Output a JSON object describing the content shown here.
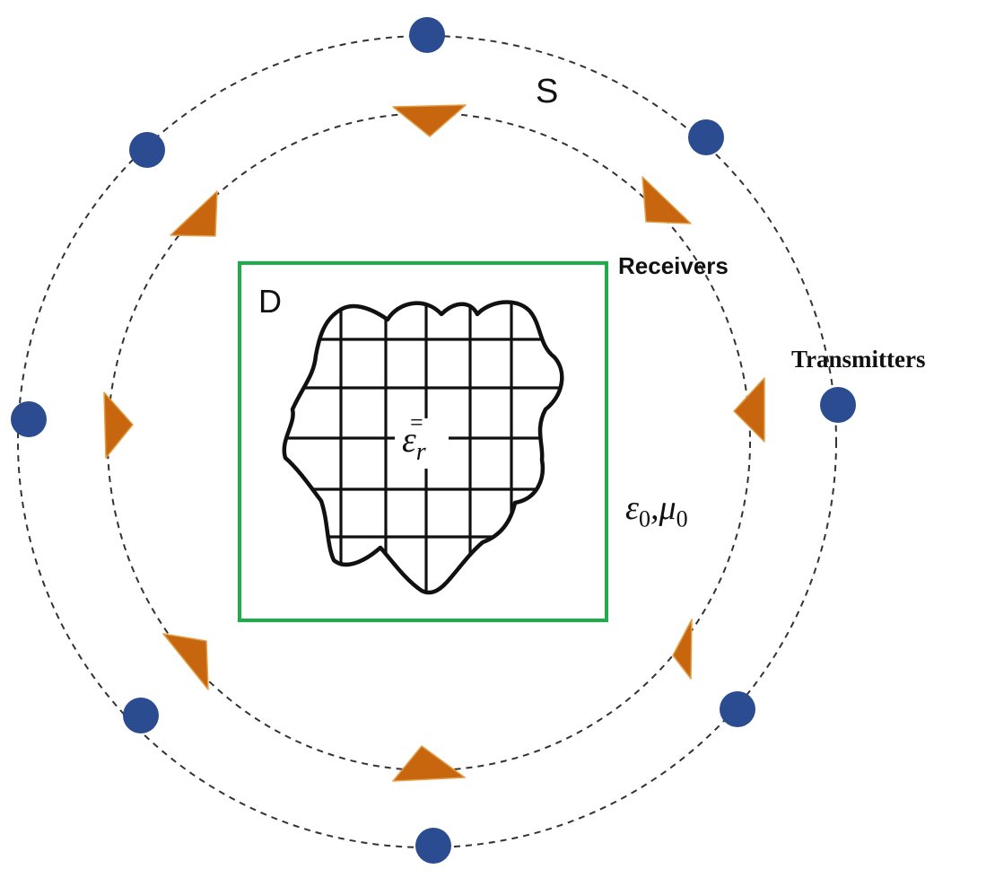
{
  "labels": {
    "measurement_surface": "S",
    "domain": "D",
    "receivers": "Receivers",
    "transmitters": "Transmitters",
    "permittivity_tensor": "ε",
    "permittivity_subscript": "r",
    "permittivity_overbar": "=",
    "free_space": "ε",
    "free_space_subscript_eps": "0",
    "free_space_separator": ",μ",
    "free_space_subscript_mu": "0"
  },
  "colors": {
    "transmitter": "#2b4c91",
    "receiver": "#c8650f",
    "domain_border": "#1fad4a",
    "scatterer": "#111111",
    "orbit": "#333333"
  },
  "counts": {
    "transmitters": 8,
    "receivers": 8
  }
}
